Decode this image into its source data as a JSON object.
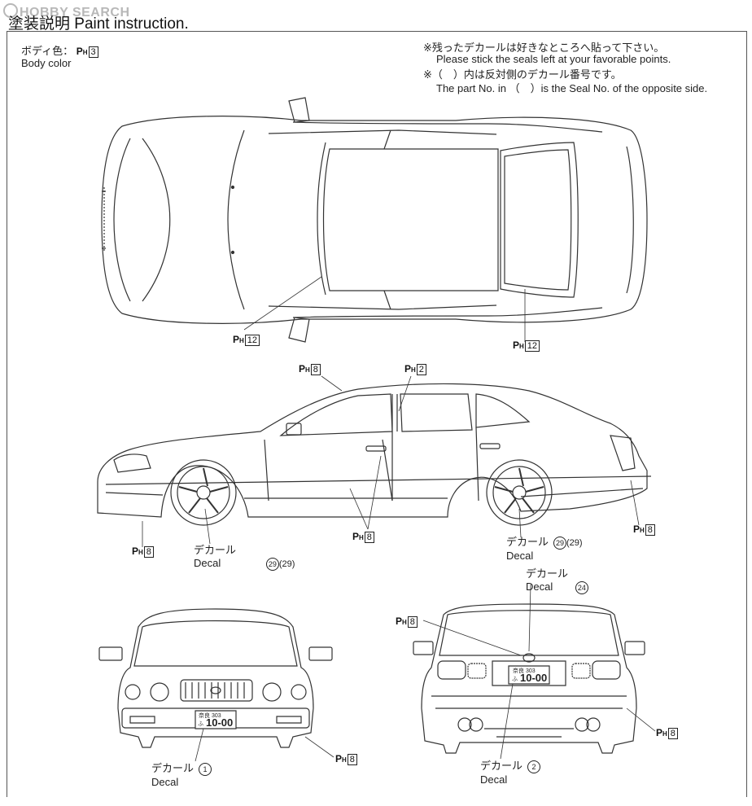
{
  "watermark": "HOBBY SEARCH",
  "title": "塗装説明 Paint instruction.",
  "body_color": {
    "jp": "ボディ色：",
    "en": "Body color",
    "code_prefix": "P",
    "code_sub": "H",
    "code_num": "3"
  },
  "notes": {
    "line1": "※残ったデカールは好きなところへ貼って下さい。",
    "line2": "Please stick the seals left at your favorable points.",
    "line3": "※（　）内は反対側のデカール番号です。",
    "line4": "The part No. in （　）is the Seal No. of the opposite side."
  },
  "callouts": {
    "top_left": {
      "p": "P",
      "h": "H",
      "n": "12"
    },
    "top_right": {
      "p": "P",
      "h": "H",
      "n": "12"
    },
    "side_roof": {
      "p": "P",
      "h": "H",
      "n": "8"
    },
    "side_pillar": {
      "p": "P",
      "h": "H",
      "n": "2"
    },
    "side_front_bottom": {
      "p": "P",
      "h": "H",
      "n": "8"
    },
    "side_sill": {
      "p": "P",
      "h": "H",
      "n": "8"
    },
    "side_rear": {
      "p": "P",
      "h": "H",
      "n": "8"
    },
    "front_view": {
      "p": "P",
      "h": "H",
      "n": "8"
    },
    "rear_left": {
      "p": "P",
      "h": "H",
      "n": "8"
    },
    "rear_right": {
      "p": "P",
      "h": "H",
      "n": "8"
    }
  },
  "decals": {
    "front_wheel": {
      "jp": "デカール",
      "en": "Decal",
      "num": "29",
      "opp": "(29)"
    },
    "rear_wheel": {
      "jp": "デカール",
      "en": "Decal",
      "num": "29",
      "opp": "(29)"
    },
    "rear_emblem": {
      "jp": "デカール",
      "en": "Decal",
      "num": "24"
    },
    "front_plate": {
      "jp": "デカール",
      "en": "Decal",
      "num": "1"
    },
    "rear_plate": {
      "jp": "デカール",
      "en": "Decal",
      "num": "2"
    }
  },
  "plates": {
    "front": {
      "top": "奈良 303",
      "main": "10-00",
      "kana": "ふ"
    },
    "rear": {
      "top": "奈良 303",
      "main": "10-00",
      "kana": "ふ"
    }
  }
}
